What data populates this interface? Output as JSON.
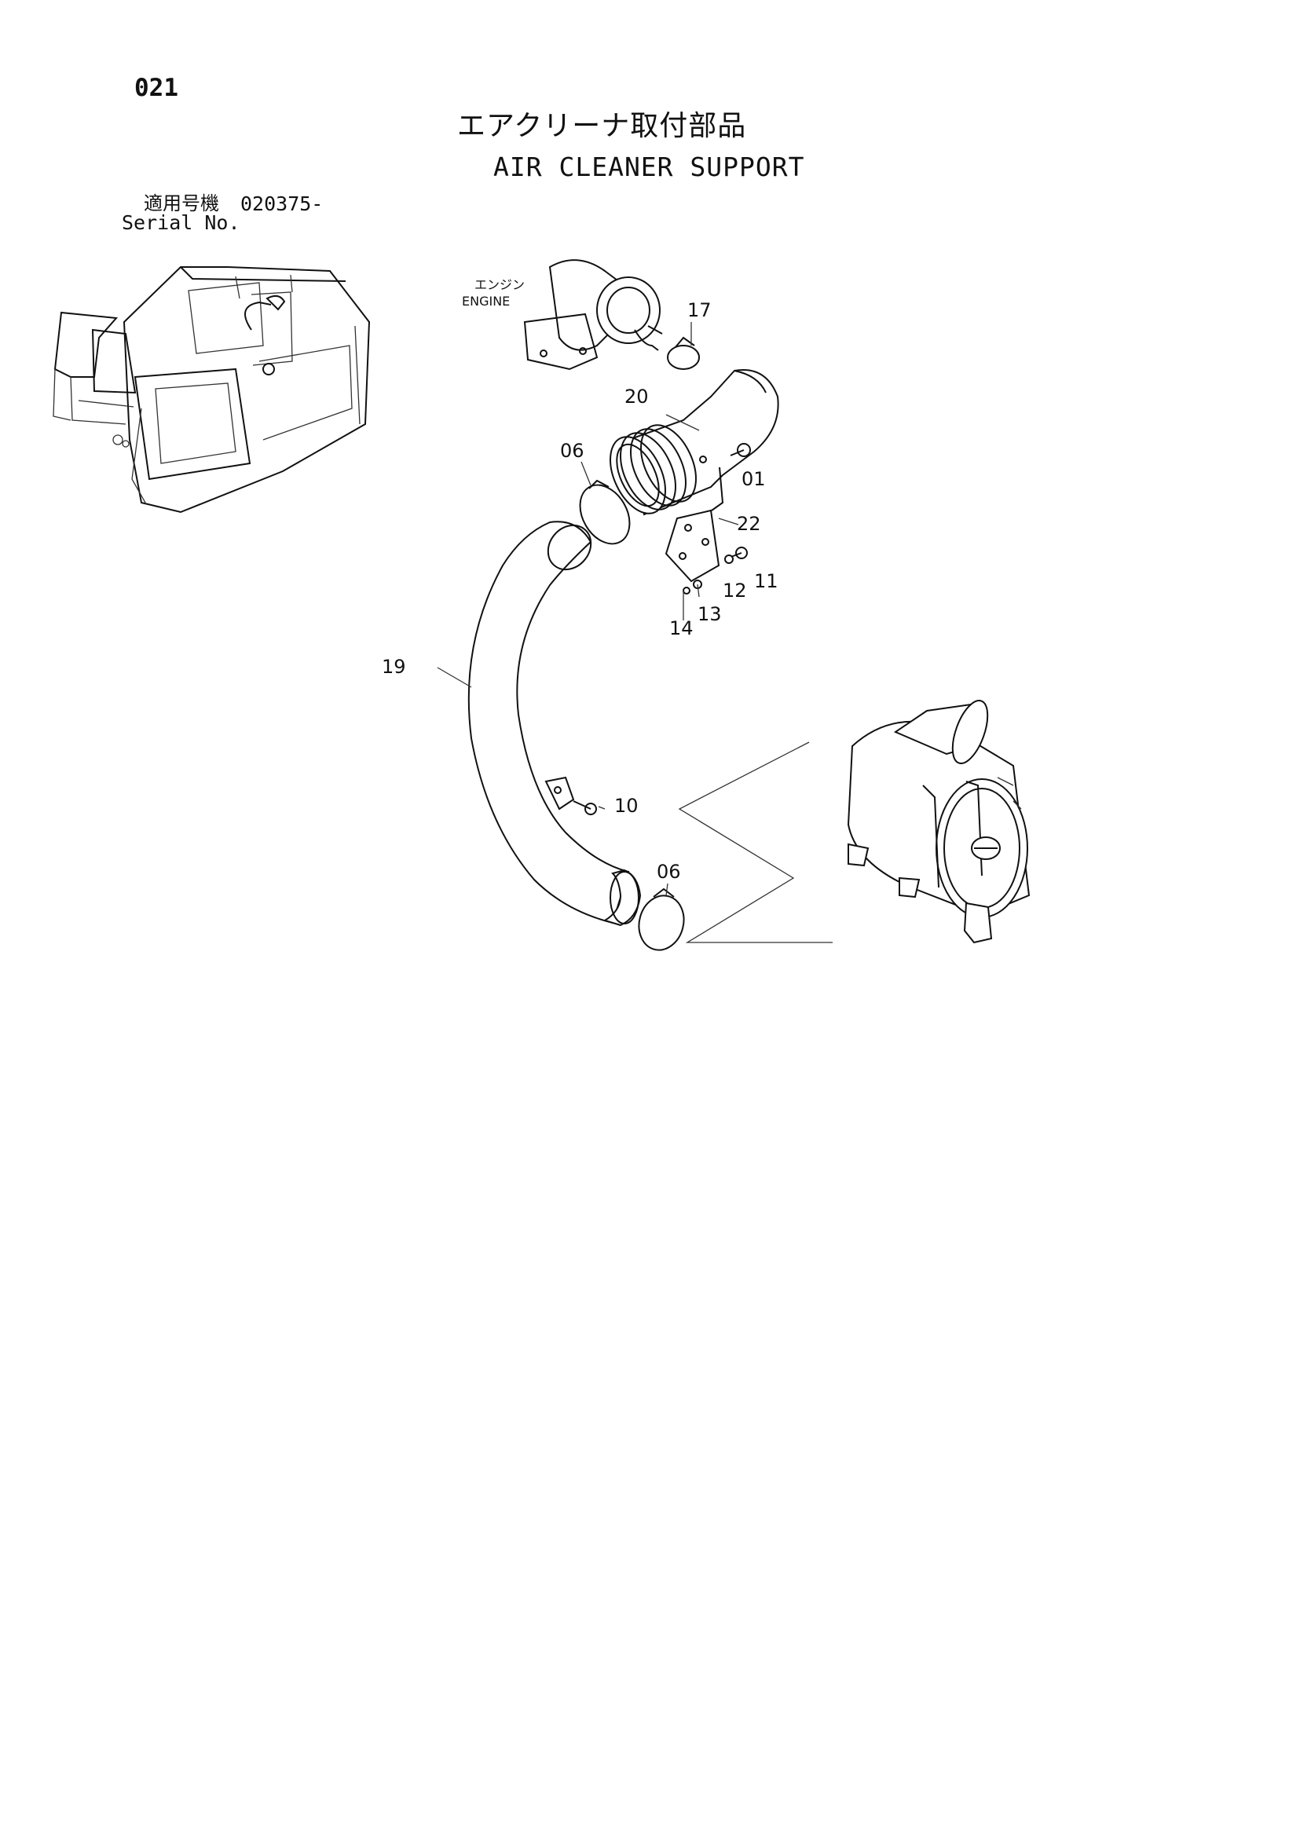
{
  "page_number": "021",
  "title_ja": "エアクリーナ取付部品",
  "title_en": "AIR CLEANER SUPPORT",
  "serial": {
    "label_ja": "適用号機",
    "value": "020375-",
    "label_en": "Serial No."
  },
  "engine_label": {
    "ja": "エンジン",
    "en": "ENGINE"
  },
  "callouts": {
    "c17": "17",
    "c20": "20",
    "c06a": "06",
    "c01": "01",
    "c22": "22",
    "c12": "12",
    "c11": "11",
    "c14": "14",
    "c13": "13",
    "c19": "19",
    "c10": "10",
    "c06b": "06"
  }
}
